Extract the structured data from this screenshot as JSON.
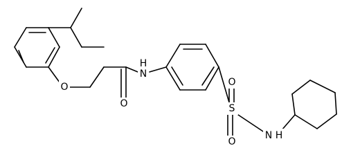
{
  "structure": {
    "atoms": {
      "o_ether": "O",
      "nh_amide": "H",
      "n_amide": "N",
      "o_carbonyl": "O",
      "s_sulfonyl": "S",
      "o_sulfonyl_top": "O",
      "o_sulfonyl_bottom": "O",
      "n_sulfonamide": "N",
      "nh_sulfonamide": "H"
    }
  },
  "colors": {
    "bond": "#000000",
    "label": "#000000",
    "background": "#ffffff"
  }
}
